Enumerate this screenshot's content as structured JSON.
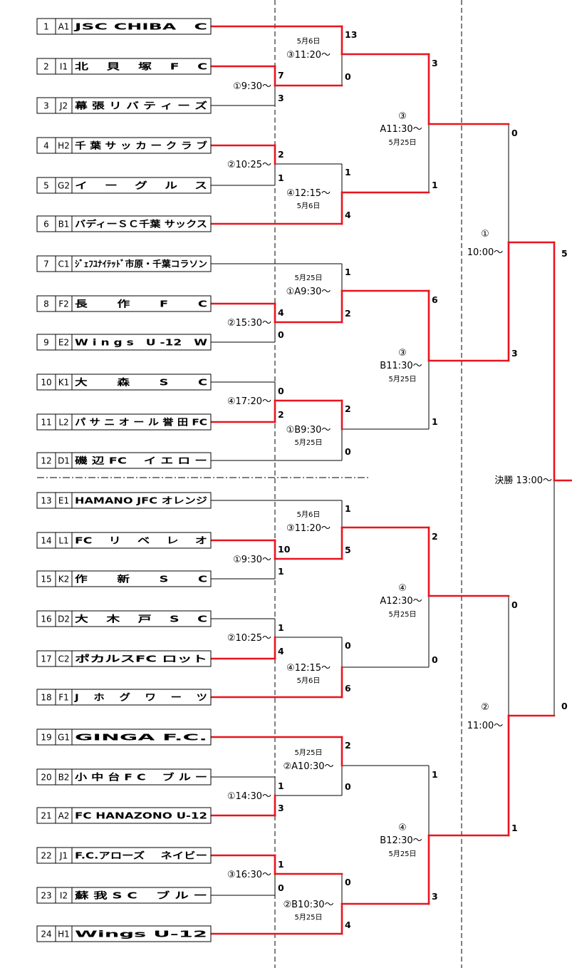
{
  "teams": [
    {
      "no": "1",
      "seed": "A1",
      "name": "JSC CHIBA　C"
    },
    {
      "no": "2",
      "seed": "I1",
      "name": "北　 貝 　塚 　F 　C"
    },
    {
      "no": "3",
      "seed": "J2",
      "name": "幕 張 リ バ テ ィ ー ズ"
    },
    {
      "no": "4",
      "seed": "H2",
      "name": "千 葉 サ ッ カ ー ク ラ ブ"
    },
    {
      "no": "5",
      "seed": "G2",
      "name": "イ 　ー 　グ 　ル 　ス"
    },
    {
      "no": "6",
      "seed": "B1",
      "name": "バディーＳＣ千葉 サックス"
    },
    {
      "no": "7",
      "seed": "C1",
      "name": "ｼﾞｪﾌﾕﾅｲﾃｯﾄﾞ市原・千葉コラソン"
    },
    {
      "no": "8",
      "seed": "F2",
      "name": "長 　　作 　　F 　　C"
    },
    {
      "no": "9",
      "seed": "E2",
      "name": "W i n g s　U -12　W"
    },
    {
      "no": "10",
      "seed": "K1",
      "name": "大 　　森 　　S 　　C"
    },
    {
      "no": "11",
      "seed": "L2",
      "name": "パ サ ニ オ ー ル 誉 田 FC"
    },
    {
      "no": "12",
      "seed": "D1",
      "name": "磯 辺 FC 　イ エ ロ ー"
    },
    {
      "no": "13",
      "seed": "E1",
      "name": "HAMANO JFC オレンジ"
    },
    {
      "no": "14",
      "seed": "L1",
      "name": "FC 　リ 　ベ 　レ 　オ"
    },
    {
      "no": "15",
      "seed": "K2",
      "name": "作 　　新 　　S 　　C"
    },
    {
      "no": "16",
      "seed": "D2",
      "name": "大 　木 　戸 　S 　C"
    },
    {
      "no": "17",
      "seed": "C2",
      "name": "ポカルスFC ロット"
    },
    {
      "no": "18",
      "seed": "F1",
      "name": "J 　ホ 　グ 　ワ 　ー 　ツ"
    },
    {
      "no": "19",
      "seed": "G1",
      "name": "GINGA F.C."
    },
    {
      "no": "20",
      "seed": "B2",
      "name": "小 中 台 F C 　ブ ル ー"
    },
    {
      "no": "21",
      "seed": "A2",
      "name": "FC HANAZONO U-12"
    },
    {
      "no": "22",
      "seed": "J1",
      "name": "F.C.アローズ 　ネイビー"
    },
    {
      "no": "23",
      "seed": "I2",
      "name": "蘇 我 S C 　ブ ル ー"
    },
    {
      "no": "24",
      "seed": "H1",
      "name": "Wings U-12"
    }
  ],
  "matches": {
    "r1_1": {
      "time": "①9:30～",
      "score_top": "7",
      "score_bottom": "3"
    },
    "r1_2": {
      "time": "②10:25～",
      "score_top": "2",
      "score_bottom": "1"
    },
    "r1_3": {
      "time": "②15:30～",
      "score_top": "4",
      "score_bottom": "0"
    },
    "r1_4": {
      "time": "④17:20～",
      "score_top": "0",
      "score_bottom": "2"
    },
    "r1_5": {
      "time": "①9:30～",
      "score_top": "10",
      "score_bottom": "1"
    },
    "r1_6": {
      "time": "②10:25～",
      "score_top": "1",
      "score_bottom": "4"
    },
    "r1_7": {
      "time": "①14:30～",
      "score_top": "1",
      "score_bottom": "3"
    },
    "r1_8": {
      "time": "③16:30～",
      "score_top": "1",
      "score_bottom": "0"
    },
    "r2_1": {
      "date": "5月6日",
      "time": "③11:20～",
      "score_top": "13",
      "score_bottom": "0"
    },
    "r2_2": {
      "date": "5月6日",
      "time": "④12:15～",
      "score_top": "1",
      "score_bottom": "4"
    },
    "r2_3": {
      "date": "5月25日",
      "time": "①A9:30～",
      "score_top": "1",
      "score_bottom": "2"
    },
    "r2_4": {
      "date": "5月25日",
      "time": "①B9:30～",
      "score_top": "2",
      "score_bottom": "0"
    },
    "r2_5": {
      "date": "5月6日",
      "time": "③11:20～",
      "score_top": "1",
      "score_bottom": "5"
    },
    "r2_6": {
      "date": "5月6日",
      "time": "④12:15～",
      "score_top": "0",
      "score_bottom": "6"
    },
    "r2_7": {
      "date": "5月25日",
      "time": "②A10:30～",
      "score_top": "2",
      "score_bottom": "0"
    },
    "r2_8": {
      "date": "5月25日",
      "time": "②B10:30～",
      "score_top": "0",
      "score_bottom": "4"
    },
    "r3_1": {
      "no": "③",
      "time": "A11:30～",
      "date": "5月25日",
      "score_top": "3",
      "score_bottom": "1"
    },
    "r3_2": {
      "no": "③",
      "time": "B11:30～",
      "date": "5月25日",
      "score_top": "6",
      "score_bottom": "1"
    },
    "r3_3": {
      "no": "④",
      "time": "A12:30～",
      "date": "5月25日",
      "score_top": "2",
      "score_bottom": "0"
    },
    "r3_4": {
      "no": "④",
      "time": "B12:30～",
      "date": "5月25日",
      "score_top": "1",
      "score_bottom": "3"
    },
    "sf_1": {
      "no": "①",
      "time": "10:00～",
      "score_top": "0",
      "score_bottom": "3"
    },
    "sf_2": {
      "no": "②",
      "time": "11:00～",
      "score_top": "0",
      "score_bottom": "1"
    },
    "final": {
      "time": "決勝 13:00～",
      "score_top": "5",
      "score_bottom": "0"
    }
  }
}
